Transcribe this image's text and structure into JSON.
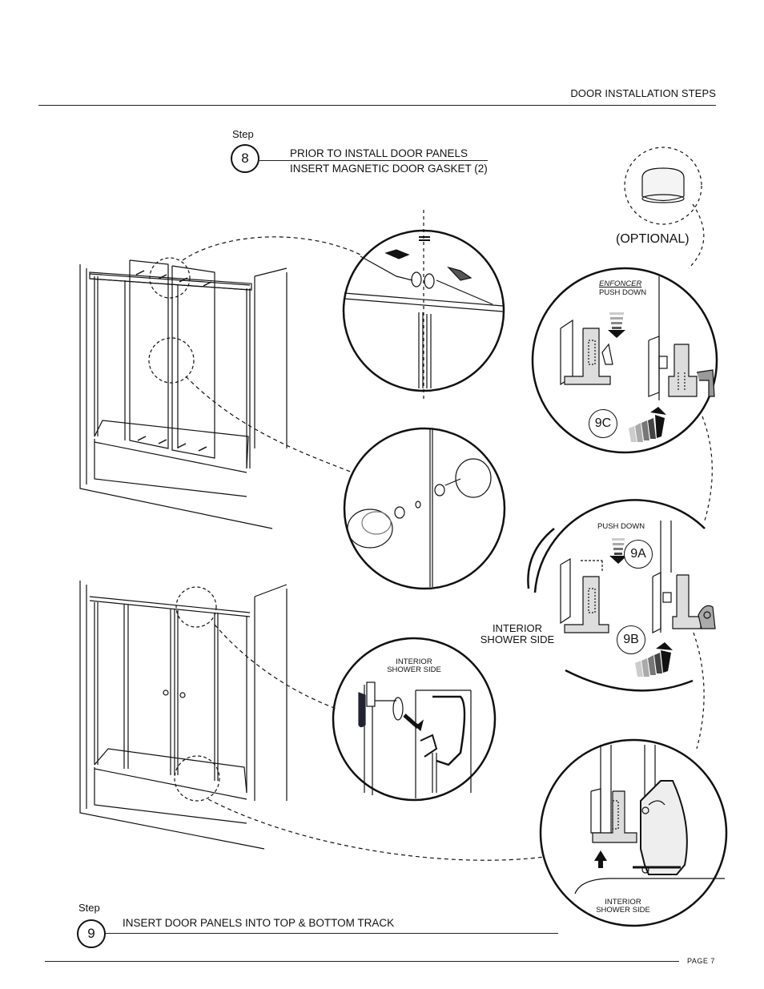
{
  "header": {
    "title": "DOOR INSTALLATION STEPS"
  },
  "footer": {
    "page": "PAGE 7"
  },
  "step8": {
    "word": "Step",
    "number": "8",
    "line1": "PRIOR TO INSTALL DOOR PANELS",
    "line2": "INSERT MAGNETIC DOOR GASKET (2)"
  },
  "step9": {
    "word": "Step",
    "number": "9",
    "text": "INSERT DOOR PANELS INTO TOP & BOTTOM TRACK"
  },
  "labels": {
    "optional": "(OPTIONAL)",
    "enforcer": "ENFONCER",
    "push_down_9c": "PUSH DOWN",
    "push_down_9a": "PUSH DOWN",
    "badge_9c": "9C",
    "badge_9a": "9A",
    "badge_9b": "9B",
    "interior_side_mid": [
      "INTERIOR",
      "SHOWER SIDE"
    ],
    "interior_side_detail": [
      "INTERIOR",
      "SHOWER SIDE"
    ],
    "interior_side_bottom": [
      "INTERIOR",
      "SHOWER SIDE"
    ]
  }
}
